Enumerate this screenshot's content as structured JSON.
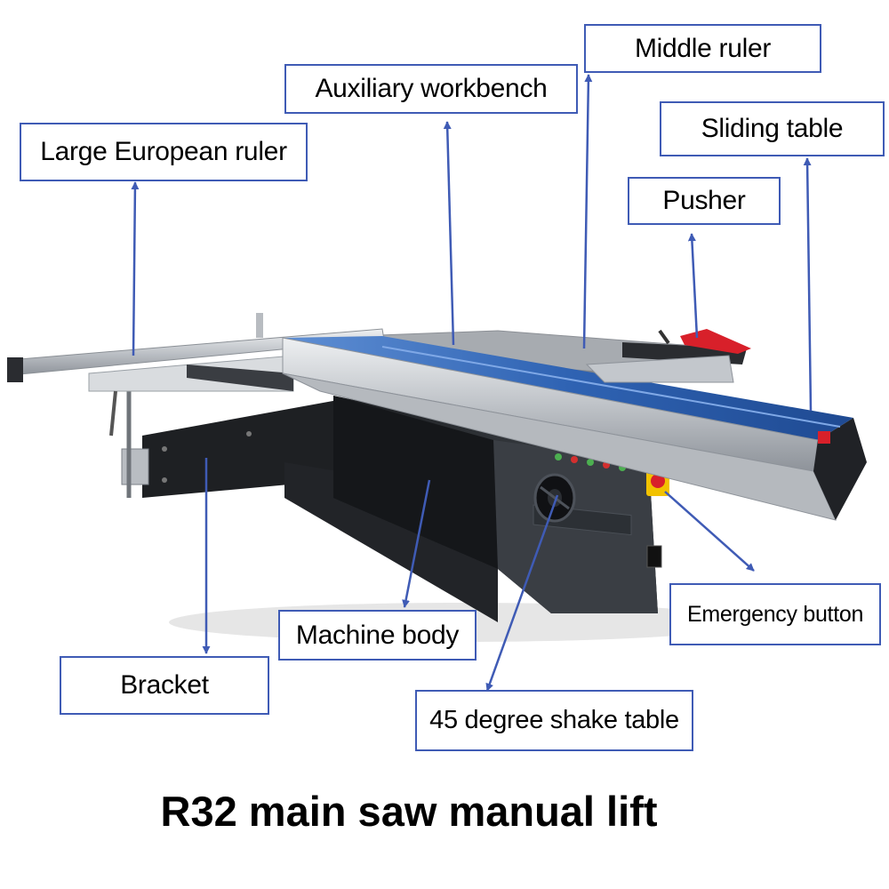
{
  "callouts": {
    "large_european_ruler": "Large European ruler",
    "auxiliary_workbench": "Auxiliary workbench",
    "middle_ruler": "Middle ruler",
    "sliding_table": "Sliding table",
    "pusher": "Pusher",
    "machine_body": "Machine body",
    "emergency_button": "Emergency button",
    "bracket": "Bracket",
    "shake_table": "45 degree shake table"
  },
  "caption": "R32 main saw manual lift",
  "colors": {
    "callout_border": "#3f5bb5",
    "arrow": "#3f5bb5",
    "table_top": "#2f5fa8",
    "machine_body": "#26292d",
    "aluminium": "#c9ccd0",
    "pusher_red": "#d8202a"
  },
  "icons": {
    "emergency_button": "emergency-stop-icon",
    "tilt_handwheel": "handwheel-icon"
  }
}
